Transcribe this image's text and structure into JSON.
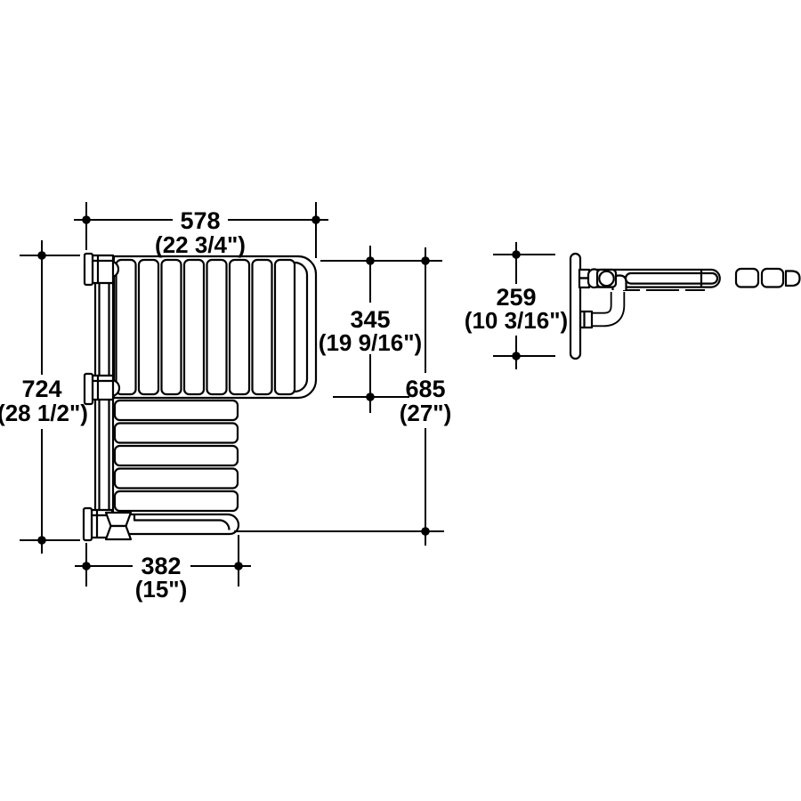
{
  "colors": {
    "background": "#ffffff",
    "ink": "#000000"
  },
  "dimensions": {
    "top_width": {
      "mm": "578",
      "inches": "(22 3/4\")"
    },
    "backrest_height": {
      "mm": "345",
      "inches": "(19 9/16\")"
    },
    "overall_height": {
      "mm": "724",
      "inches": "(28 1/2\")"
    },
    "wall_height": {
      "mm": "685",
      "inches": "(27\")"
    },
    "seat_width": {
      "mm": "382",
      "inches": "(15\")"
    },
    "side_depth": {
      "mm": "259",
      "inches": "(10 3/16\")"
    }
  }
}
